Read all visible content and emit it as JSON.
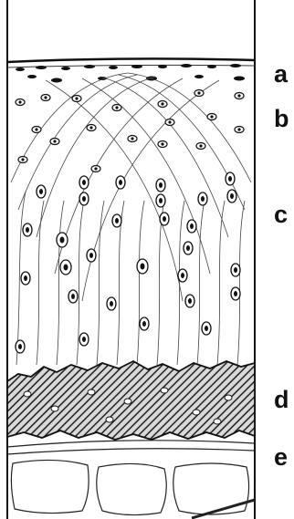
{
  "labels": [
    "a",
    "b",
    "c",
    "d",
    "e"
  ],
  "colors": {
    "ink": "#111111",
    "paper": "#ffffff",
    "calcified": "#5a5a5a"
  }
}
